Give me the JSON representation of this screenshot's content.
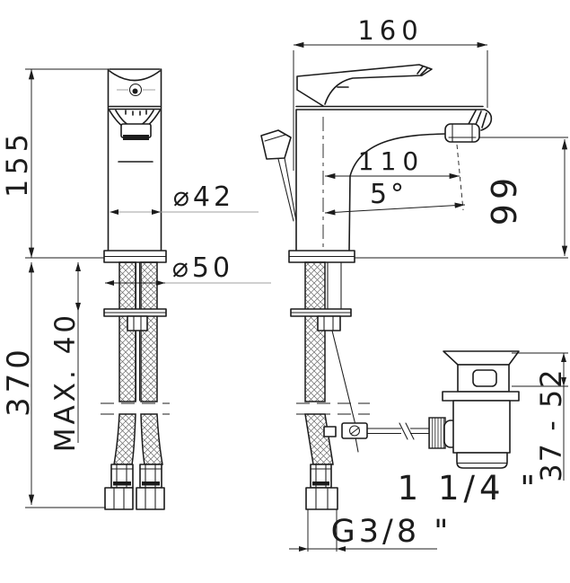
{
  "title": "Basin mixer faucet technical drawing",
  "colors": {
    "line": "#1c1c1c",
    "faint": "#a0a0a0",
    "background": "#ffffff"
  },
  "views": {
    "front": "front-view",
    "side": "side-view"
  },
  "dimensions": {
    "spout_total_length": "160",
    "body_height": "155",
    "body_diameter": "⌀42",
    "base_diameter": "⌀50",
    "spout_reach": "110",
    "spout_angle": "5°",
    "outlet_height": "99",
    "max_deck_thickness": "MAX. 40",
    "hose_length": "370",
    "waste_clamp_range": "37 - 52",
    "waste_thread": "1 1/4 \"",
    "supply_thread": "G3/8 \""
  }
}
